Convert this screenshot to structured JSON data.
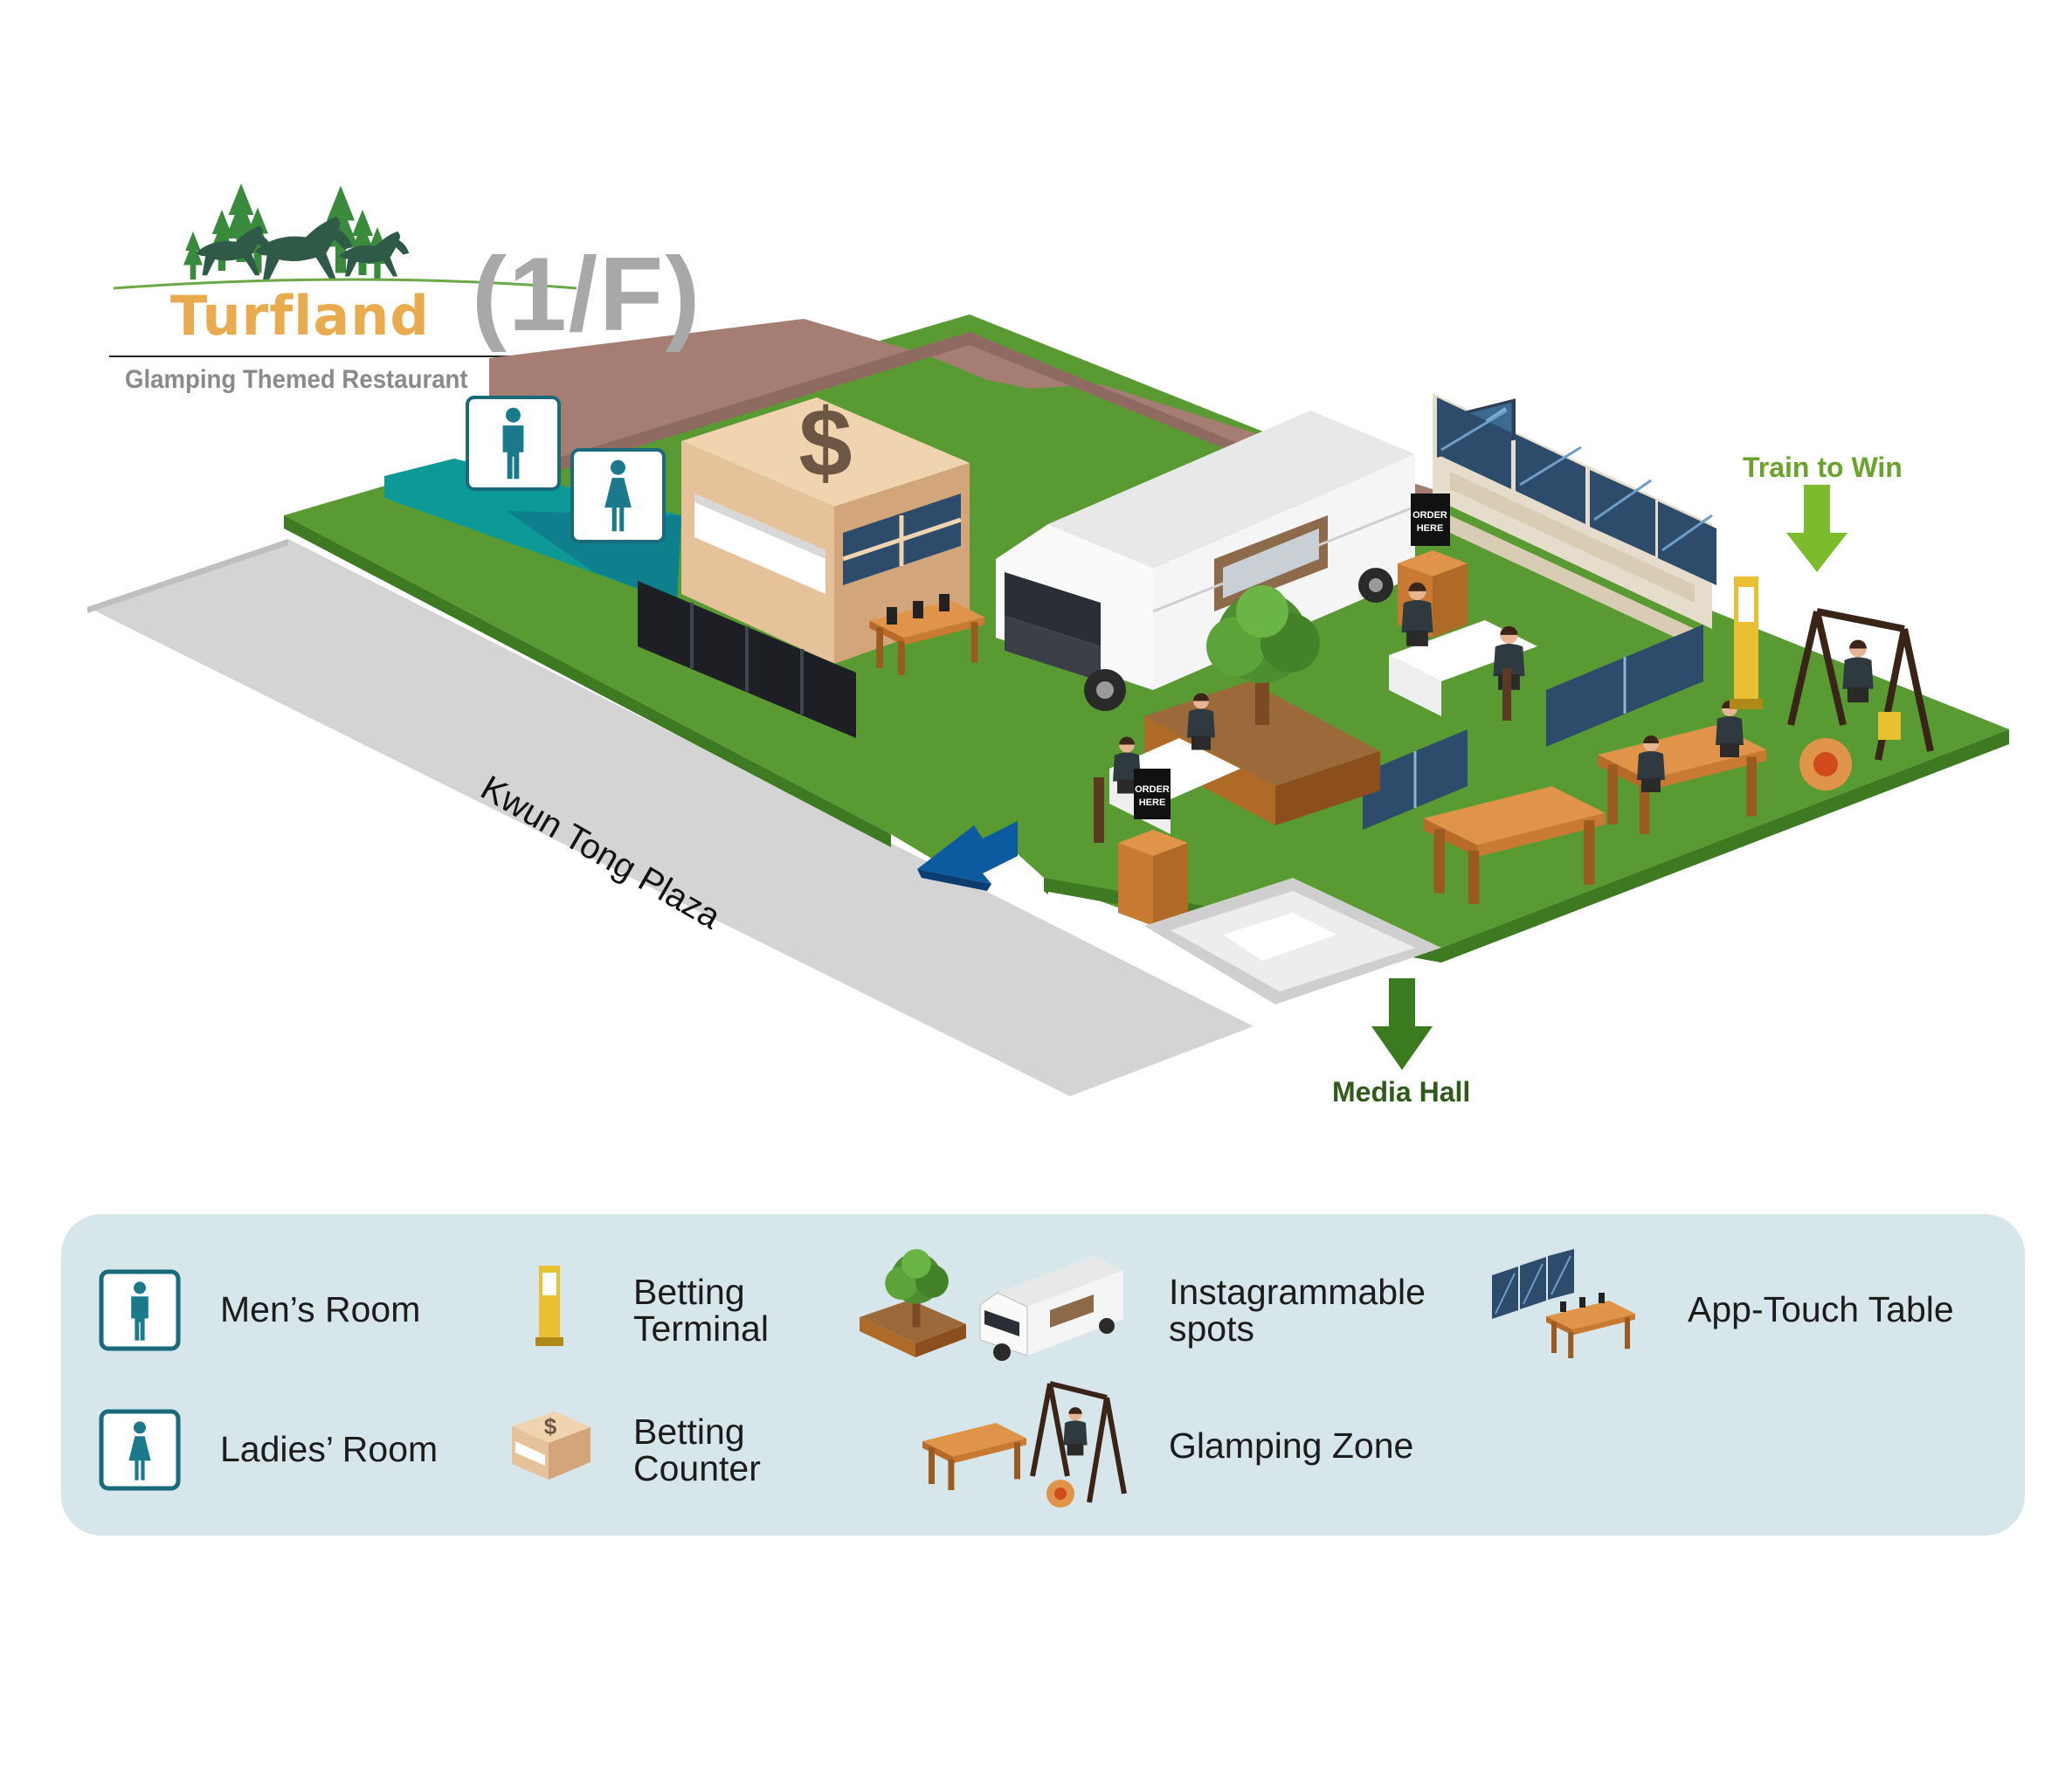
{
  "header": {
    "brand_name": "Turfland",
    "floor": "(1/F)",
    "tagline": "Glamping Themed Restaurant"
  },
  "map": {
    "street_name": "Kwun Tong Plaza",
    "labels": {
      "train_to_win": "Train to Win",
      "media_hall": "Media Hall",
      "order_here": [
        "ORDER",
        "HERE"
      ]
    }
  },
  "legend": {
    "mens_room": "Men’s Room",
    "ladies_room": "Ladies’ Room",
    "betting_terminal": [
      "Betting",
      "Terminal"
    ],
    "betting_counter": [
      "Betting",
      "Counter"
    ],
    "instagrammable": [
      "Instagrammable",
      "spots"
    ],
    "glamping_zone": "Glamping Zone",
    "app_touch_table": "App-Touch Table"
  },
  "colors": {
    "grass": "#5a9a32",
    "grass_edge": "#3e7a22",
    "wall": "#a57d72",
    "teal": "#0a8e8e",
    "wood": "#c97a32",
    "road": "#d6d6d6",
    "arrow_green": "#7cbb2c",
    "arrow_blue": "#0c5aa0",
    "legend_bg": "#d6e6ea",
    "brand_orange": "#e8ac4e"
  }
}
